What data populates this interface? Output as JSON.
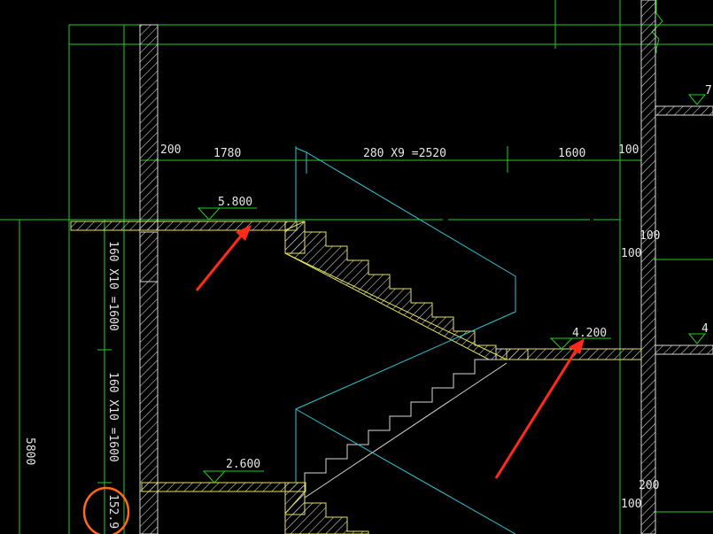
{
  "drawing": {
    "dimensions_top": {
      "d200": "200",
      "d1780": "1780",
      "stairs": "280 X9 =2520",
      "d1600": "1600",
      "d100": "100"
    },
    "levels": {
      "upper_landing": "5.800",
      "mid_landing": "4.200",
      "lower_landing": "2.600"
    },
    "vertical_dims": {
      "flight_upper": "160 X10 =1600",
      "flight_lower": "160 X10 =1600",
      "total": "5800",
      "circled": "152.9"
    },
    "right_side": {
      "r100a": "100",
      "r100b": "100",
      "r100c": "100",
      "r200": "200",
      "edge_top": "7",
      "edge_mid": "4"
    }
  },
  "colors": {
    "background": "#000000",
    "grid": "#22d024",
    "stair_outline": "#2ec6d4",
    "structure": "#e6e060",
    "annotation_arrow": "#ff2a1a",
    "highlight_circle": "#ff6a1a"
  }
}
